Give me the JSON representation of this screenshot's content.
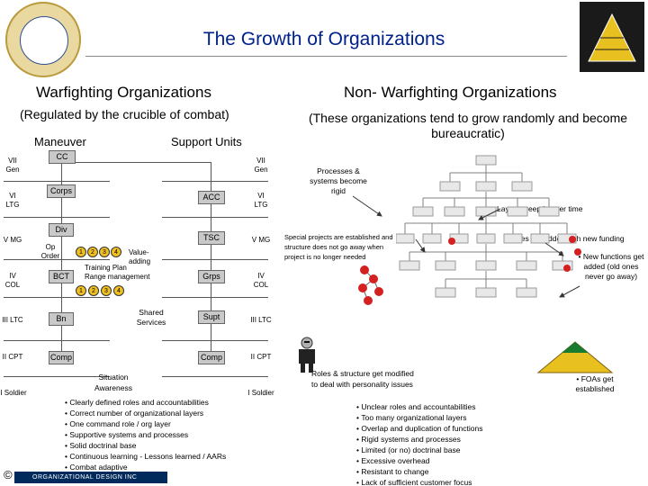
{
  "title": "The Growth of Organizations",
  "left": {
    "heading": "Warfighting Organizations",
    "subheading": "(Regulated by the crucible of combat)",
    "maneuver": "Maneuver",
    "support_units": "Support Units",
    "ranks_left": [
      "VII Gen",
      "VI LTG",
      "V MG",
      "IV COL",
      "III LTC",
      "II CPT",
      "I Soldier"
    ],
    "ranks_right": [
      "VII Gen",
      "VI LTG",
      "V MG",
      "IV COL",
      "III LTC",
      "II CPT",
      "I Soldier"
    ],
    "boxes": {
      "cc": "CC",
      "corps": "Corps",
      "div": "Div",
      "bct": "BCT",
      "bn": "Bn",
      "comp_left": "Comp",
      "acc": "ACC",
      "tsc": "TSC",
      "grps": "Grps",
      "supt": "Supt",
      "comp_right": "Comp"
    },
    "labels": {
      "op_order": "Op Order",
      "value_adding": "Value-adding",
      "training_plan": "Training Plan",
      "range_management": "Range management",
      "shared_services": "Shared Services",
      "situation_awareness": "Situation Awareness"
    },
    "bullets": [
      "Clearly defined roles and accountabilities",
      "Correct number of organizational layers",
      "One command role / org layer",
      "Supportive systems and processes",
      "Solid doctrinal base",
      "Continuous learning - Lessons learned / AARs",
      "Combat adaptive"
    ]
  },
  "right": {
    "heading": "Non- Warfighting Organizations",
    "subheading": "(These organizations tend to grow randomly and become bureaucratic)",
    "labels": {
      "processes": "Processes & systems become rigid",
      "layers_creep": "Layers creep in over time",
      "special_projects": "Special projects are established and structure does not go away when project is no longer needed",
      "roles_added": "Roles get added with new funding",
      "new_functions": "New functions get added (old ones never go away)",
      "roles_modified": "Roles & structure get modified to deal with personality issues",
      "foas": "FOAs get established"
    },
    "bullets": [
      "Unclear roles and accountabilities",
      "Too many organizational layers",
      "Overlap and duplication of functions",
      "Rigid systems and processes",
      "Limited (or no) doctrinal base",
      "Excessive overhead",
      "Resistant to change",
      "Lack of sufficient customer focus"
    ]
  },
  "footer": {
    "copyright": "©",
    "logo_text": "ORGANIZATIONAL DESIGN INC"
  },
  "colors": {
    "title": "#00218a",
    "box": "#c9c9c9",
    "chart_box": "#e8e8e8",
    "node_red": "#d42020",
    "pyramid": "#e8c020"
  }
}
